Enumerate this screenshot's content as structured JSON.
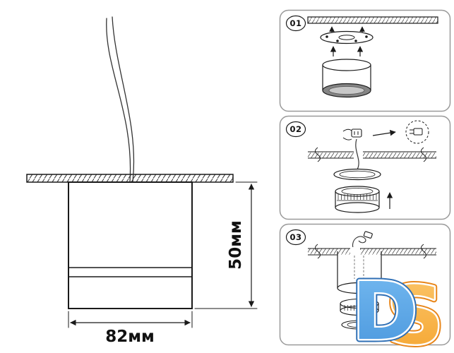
{
  "main_diagram": {
    "height_label": "50мм",
    "width_label": "82мм"
  },
  "steps": [
    {
      "label": "01"
    },
    {
      "label": "02"
    },
    {
      "label": "03"
    }
  ],
  "logo": {
    "d": "D",
    "s": "S",
    "d_color_light": "#74b9f0",
    "d_color": "#4a97dd",
    "d_color_dark": "#2f6fb5",
    "s_color_light": "#fbc56a",
    "s_color": "#f5a52f",
    "s_color_dark": "#e8861a"
  }
}
